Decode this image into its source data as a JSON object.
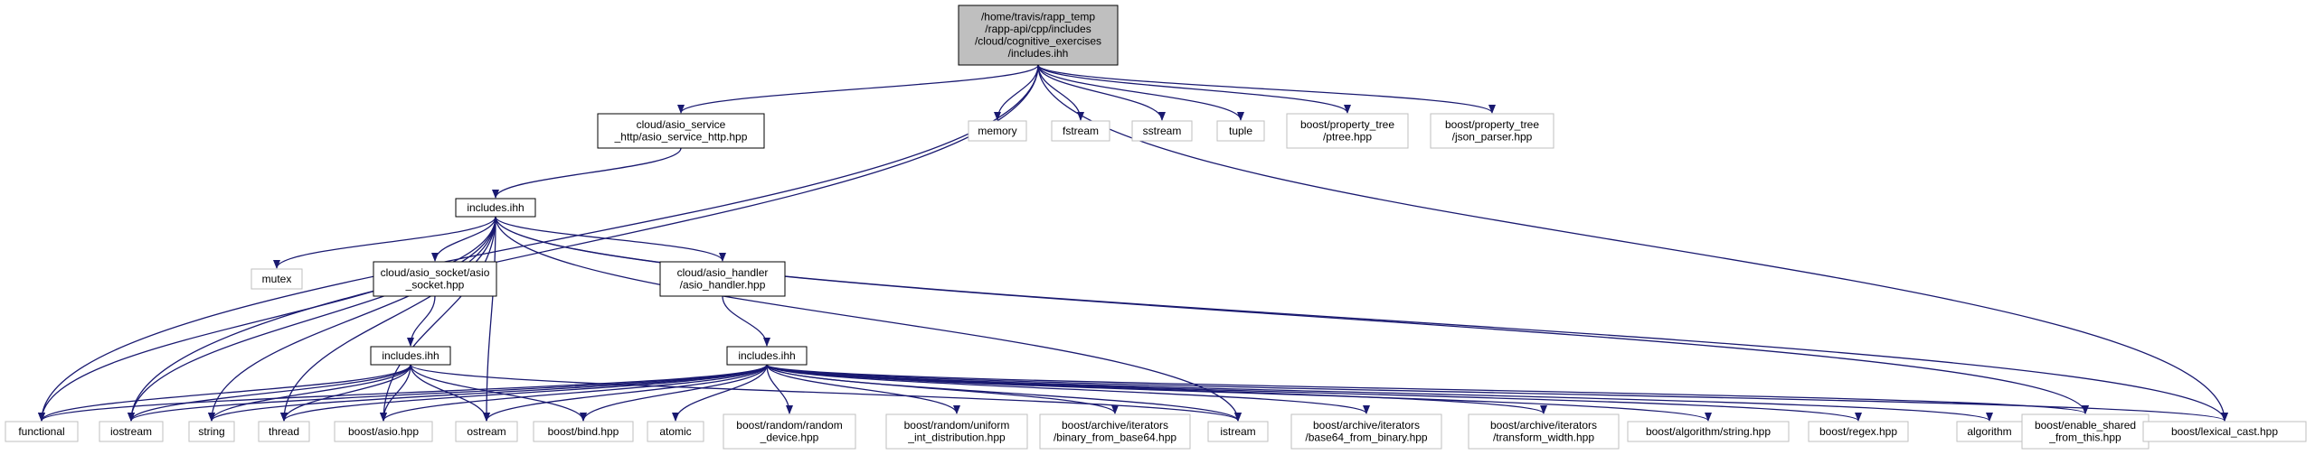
{
  "colors": {
    "edge": "#191970",
    "root_fill": "#bfbfbf",
    "node_fill": "#ffffff",
    "node_border": "#000000",
    "leaf_border": "#bfbfbf",
    "text": "#000000"
  },
  "nodes": [
    {
      "id": "root",
      "lines": [
        "/home/travis/rapp_temp",
        "/rapp-api/cpp/includes",
        "/cloud/cognitive_exercises",
        "/includes.ihh"
      ],
      "kind": "root"
    },
    {
      "id": "asio_service_http",
      "lines": [
        "cloud/asio_service",
        "_http/asio_service_http.hpp"
      ],
      "kind": "node"
    },
    {
      "id": "memory",
      "lines": [
        "memory"
      ],
      "kind": "leaf"
    },
    {
      "id": "fstream",
      "lines": [
        "fstream"
      ],
      "kind": "leaf"
    },
    {
      "id": "sstream",
      "lines": [
        "sstream"
      ],
      "kind": "leaf"
    },
    {
      "id": "tuple",
      "lines": [
        "tuple"
      ],
      "kind": "leaf"
    },
    {
      "id": "ptree",
      "lines": [
        "boost/property_tree",
        "/ptree.hpp"
      ],
      "kind": "leaf"
    },
    {
      "id": "json_parser",
      "lines": [
        "boost/property_tree",
        "/json_parser.hpp"
      ],
      "kind": "leaf"
    },
    {
      "id": "inc1",
      "lines": [
        "includes.ihh"
      ],
      "kind": "node"
    },
    {
      "id": "mutex",
      "lines": [
        "mutex"
      ],
      "kind": "leaf"
    },
    {
      "id": "asio_socket",
      "lines": [
        "cloud/asio_socket/asio",
        "_socket.hpp"
      ],
      "kind": "node"
    },
    {
      "id": "asio_handler",
      "lines": [
        "cloud/asio_handler",
        "/asio_handler.hpp"
      ],
      "kind": "node"
    },
    {
      "id": "inc2",
      "lines": [
        "includes.ihh"
      ],
      "kind": "node"
    },
    {
      "id": "inc3",
      "lines": [
        "includes.ihh"
      ],
      "kind": "node"
    },
    {
      "id": "functional",
      "lines": [
        "functional"
      ],
      "kind": "leaf"
    },
    {
      "id": "iostream",
      "lines": [
        "iostream"
      ],
      "kind": "leaf"
    },
    {
      "id": "string",
      "lines": [
        "string"
      ],
      "kind": "leaf"
    },
    {
      "id": "thread",
      "lines": [
        "thread"
      ],
      "kind": "leaf"
    },
    {
      "id": "boost_asio",
      "lines": [
        "boost/asio.hpp"
      ],
      "kind": "leaf"
    },
    {
      "id": "ostream",
      "lines": [
        "ostream"
      ],
      "kind": "leaf"
    },
    {
      "id": "boost_bind",
      "lines": [
        "boost/bind.hpp"
      ],
      "kind": "leaf"
    },
    {
      "id": "atomic",
      "lines": [
        "atomic"
      ],
      "kind": "leaf"
    },
    {
      "id": "random_device",
      "lines": [
        "boost/random/random",
        "_device.hpp"
      ],
      "kind": "leaf"
    },
    {
      "id": "uniform_int",
      "lines": [
        "boost/random/uniform",
        "_int_distribution.hpp"
      ],
      "kind": "leaf"
    },
    {
      "id": "binary_from_base64",
      "lines": [
        "boost/archive/iterators",
        "/binary_from_base64.hpp"
      ],
      "kind": "leaf"
    },
    {
      "id": "istream",
      "lines": [
        "istream"
      ],
      "kind": "leaf"
    },
    {
      "id": "base64_from_binary",
      "lines": [
        "boost/archive/iterators",
        "/base64_from_binary.hpp"
      ],
      "kind": "leaf"
    },
    {
      "id": "transform_width",
      "lines": [
        "boost/archive/iterators",
        "/transform_width.hpp"
      ],
      "kind": "leaf"
    },
    {
      "id": "algo_string",
      "lines": [
        "boost/algorithm/string.hpp"
      ],
      "kind": "leaf"
    },
    {
      "id": "regex",
      "lines": [
        "boost/regex.hpp"
      ],
      "kind": "leaf"
    },
    {
      "id": "algorithm",
      "lines": [
        "algorithm"
      ],
      "kind": "leaf"
    },
    {
      "id": "enable_shared",
      "lines": [
        "boost/enable_shared",
        "_from_this.hpp"
      ],
      "kind": "leaf"
    },
    {
      "id": "lexical_cast",
      "lines": [
        "boost/lexical_cast.hpp"
      ],
      "kind": "leaf"
    }
  ],
  "edges": [
    [
      "root",
      "asio_service_http"
    ],
    [
      "root",
      "memory"
    ],
    [
      "root",
      "fstream"
    ],
    [
      "root",
      "sstream"
    ],
    [
      "root",
      "tuple"
    ],
    [
      "root",
      "ptree"
    ],
    [
      "root",
      "json_parser"
    ],
    [
      "root",
      "functional"
    ],
    [
      "root",
      "iostream"
    ],
    [
      "root",
      "lexical_cast"
    ],
    [
      "asio_service_http",
      "inc1"
    ],
    [
      "inc1",
      "mutex"
    ],
    [
      "inc1",
      "asio_socket"
    ],
    [
      "inc1",
      "asio_handler"
    ],
    [
      "inc1",
      "functional"
    ],
    [
      "inc1",
      "iostream"
    ],
    [
      "inc1",
      "string"
    ],
    [
      "inc1",
      "thread"
    ],
    [
      "inc1",
      "boost_asio"
    ],
    [
      "inc1",
      "ostream"
    ],
    [
      "inc1",
      "istream"
    ],
    [
      "inc1",
      "enable_shared"
    ],
    [
      "inc1",
      "lexical_cast"
    ],
    [
      "asio_socket",
      "inc2"
    ],
    [
      "asio_handler",
      "inc3"
    ],
    [
      "inc2",
      "functional"
    ],
    [
      "inc2",
      "iostream"
    ],
    [
      "inc2",
      "string"
    ],
    [
      "inc2",
      "thread"
    ],
    [
      "inc2",
      "boost_asio"
    ],
    [
      "inc2",
      "ostream"
    ],
    [
      "inc2",
      "boost_bind"
    ],
    [
      "inc2",
      "istream"
    ],
    [
      "inc3",
      "functional"
    ],
    [
      "inc3",
      "iostream"
    ],
    [
      "inc3",
      "string"
    ],
    [
      "inc3",
      "thread"
    ],
    [
      "inc3",
      "boost_asio"
    ],
    [
      "inc3",
      "ostream"
    ],
    [
      "inc3",
      "boost_bind"
    ],
    [
      "inc3",
      "atomic"
    ],
    [
      "inc3",
      "random_device"
    ],
    [
      "inc3",
      "uniform_int"
    ],
    [
      "inc3",
      "binary_from_base64"
    ],
    [
      "inc3",
      "istream"
    ],
    [
      "inc3",
      "base64_from_binary"
    ],
    [
      "inc3",
      "transform_width"
    ],
    [
      "inc3",
      "algo_string"
    ],
    [
      "inc3",
      "regex"
    ],
    [
      "inc3",
      "algorithm"
    ],
    [
      "inc3",
      "enable_shared"
    ],
    [
      "inc3",
      "lexical_cast"
    ]
  ]
}
